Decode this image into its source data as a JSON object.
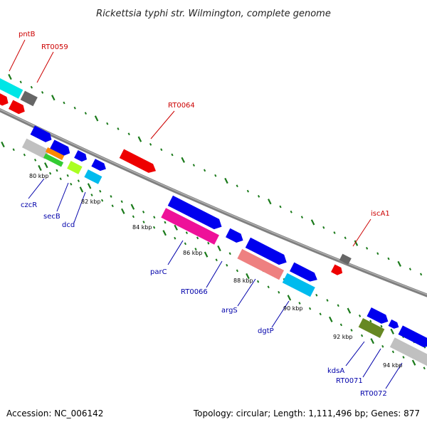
{
  "title": "Rickettsia typhi str. Wilmington, complete genome",
  "footer": {
    "accession": "Accession: NC_006142",
    "summary": "Topology: circular; Length: 1,111,496 bp; Genes: 877"
  },
  "colors": {
    "backbone": "#808080",
    "tick": "#1a7a1a",
    "forward_label": "#cc0000",
    "reverse_label": "#0000aa"
  },
  "scale_labels": [
    "80 kbp",
    "82 kbp",
    "84 kbp",
    "86 kbp",
    "88 kbp",
    "90 kbp",
    "92 kbp",
    "94 kbp"
  ],
  "gene_labels": {
    "forward": [
      "pntB",
      "RT0059",
      "RT0064",
      "iscA1"
    ],
    "reverse": [
      "czcR",
      "secB",
      "dcd",
      "parC",
      "RT0066",
      "argS",
      "dgtP",
      "kdsA",
      "RT0071",
      "RT0072"
    ]
  },
  "feature_colors": [
    "#00e6e6",
    "#666666",
    "#ee0000",
    "#0000ee",
    "#c0c0c0",
    "#ff8800",
    "#33cc33",
    "#aaff22",
    "#00bbee",
    "#ee1199",
    "#ee8080",
    "#668822"
  ]
}
